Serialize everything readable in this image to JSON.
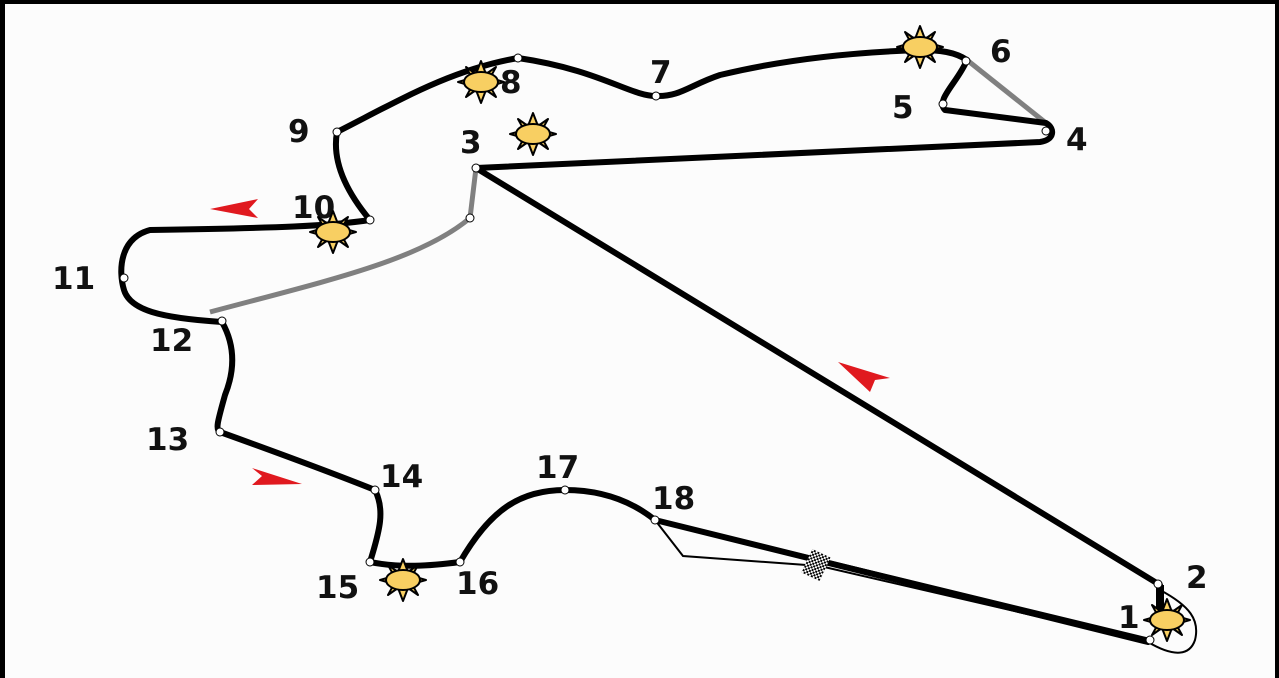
{
  "diagram": {
    "corners": [
      {
        "id": "1",
        "label": "1"
      },
      {
        "id": "2",
        "label": "2"
      },
      {
        "id": "3",
        "label": "3"
      },
      {
        "id": "4",
        "label": "4"
      },
      {
        "id": "5",
        "label": "5"
      },
      {
        "id": "6",
        "label": "6"
      },
      {
        "id": "7",
        "label": "7"
      },
      {
        "id": "8",
        "label": "8"
      },
      {
        "id": "9",
        "label": "9"
      },
      {
        "id": "10",
        "label": "10"
      },
      {
        "id": "11",
        "label": "11"
      },
      {
        "id": "12",
        "label": "12"
      },
      {
        "id": "13",
        "label": "13"
      },
      {
        "id": "14",
        "label": "14"
      },
      {
        "id": "15",
        "label": "15"
      },
      {
        "id": "16",
        "label": "16"
      },
      {
        "id": "17",
        "label": "17"
      },
      {
        "id": "18",
        "label": "18"
      }
    ],
    "sun_markers_at": [
      "1",
      "3",
      "6",
      "8",
      "10",
      "15"
    ],
    "direction_arrow_count": 3,
    "colors": {
      "track": "#000000",
      "alternate_track": "#808080",
      "direction_arrow": "#e0191f",
      "sun_fill": "#f8cf62",
      "sun_outline": "#000000"
    },
    "icons": [
      "sun-icon",
      "direction-arrow-icon",
      "checkered-flag-icon"
    ]
  }
}
